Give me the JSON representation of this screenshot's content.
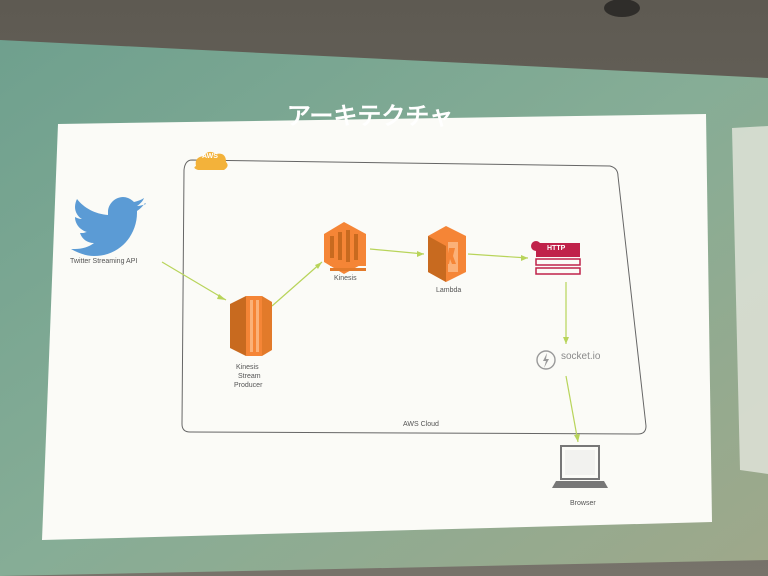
{
  "slide": {
    "title": "アーキテクチャ",
    "aws_badge": "AWS",
    "aws_cloud_label": "AWS Cloud"
  },
  "nodes": {
    "twitter": {
      "label": "Twitter Streaming API",
      "icon": "twitter-bird-icon"
    },
    "producer": {
      "label_lines": [
        "Kinesis",
        "Stream",
        "Producer"
      ],
      "icon": "kinesis-producer-icon"
    },
    "kinesis": {
      "label": "Kinesis",
      "icon": "kinesis-icon"
    },
    "lambda": {
      "label": "Lambda",
      "icon": "lambda-icon"
    },
    "http": {
      "label": "HTTP",
      "icon": "http-endpoint-icon"
    },
    "socketio": {
      "label": "socket.io",
      "icon": "socketio-icon"
    },
    "browser": {
      "label": "Browser",
      "icon": "laptop-icon"
    }
  },
  "colors": {
    "aws_orange": "#f58536",
    "twitter_blue": "#5b9bd5",
    "arrow_green": "#b8d45a",
    "http_red": "#c0224a",
    "slide_bg": "#ffffff"
  }
}
